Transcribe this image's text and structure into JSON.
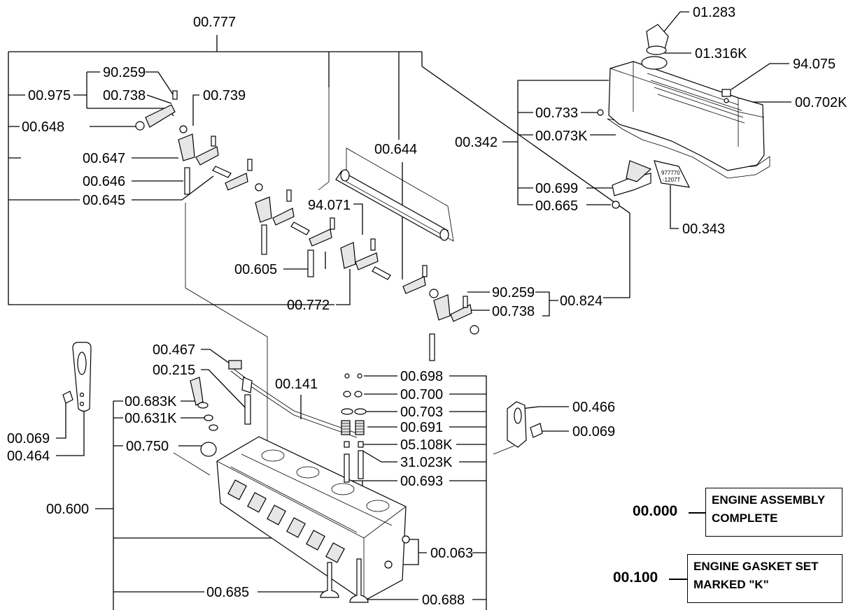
{
  "diagram": {
    "labels": {
      "l00777": "00.777",
      "l01283": "01.283",
      "l01316k": "01.316K",
      "l94075": "94.075",
      "l00702k": "00.702K",
      "l90259a": "90.259",
      "l00975": "00.975",
      "l00738a": "00.738",
      "l00739": "00.739",
      "l00648": "00.648",
      "l00644": "00.644",
      "l00733": "00.733",
      "l00342": "00.342",
      "l00073k": "00.073K",
      "l00647": "00.647",
      "l00646": "00.646",
      "l00645": "00.645",
      "l00699": "00.699",
      "l00665": "00.665",
      "l00343": "00.343",
      "l94071": "94.071",
      "l00605": "00.605",
      "l90259b": "90.259",
      "l00824": "00.824",
      "l00738b": "00.738",
      "l00772": "00.772",
      "l00467": "00.467",
      "l00215": "00.215",
      "l00141": "00.141",
      "l00698": "00.698",
      "l00700": "00.700",
      "l00703": "00.703",
      "l00691": "00.691",
      "l05108k": "05.108K",
      "l31023k": "31.023K",
      "l00693": "00.693",
      "l00683k": "00.683K",
      "l00631k": "00.631K",
      "l00069a": "00.069",
      "l00464": "00.464",
      "l00750": "00.750",
      "l00466": "00.466",
      "l00069b": "00.069",
      "l00600": "00.600",
      "l00063": "00.063",
      "l00685": "00.685",
      "l00688": "00.688"
    },
    "tube_label_line1": "977770",
    "tube_label_line2": "-1207T"
  },
  "legend": [
    {
      "code": "00.000",
      "line1": "ENGINE ASSEMBLY",
      "line2": "COMPLETE"
    },
    {
      "code": "00.100",
      "line1": "ENGINE GASKET SET",
      "line2": "MARKED \"K\""
    }
  ]
}
